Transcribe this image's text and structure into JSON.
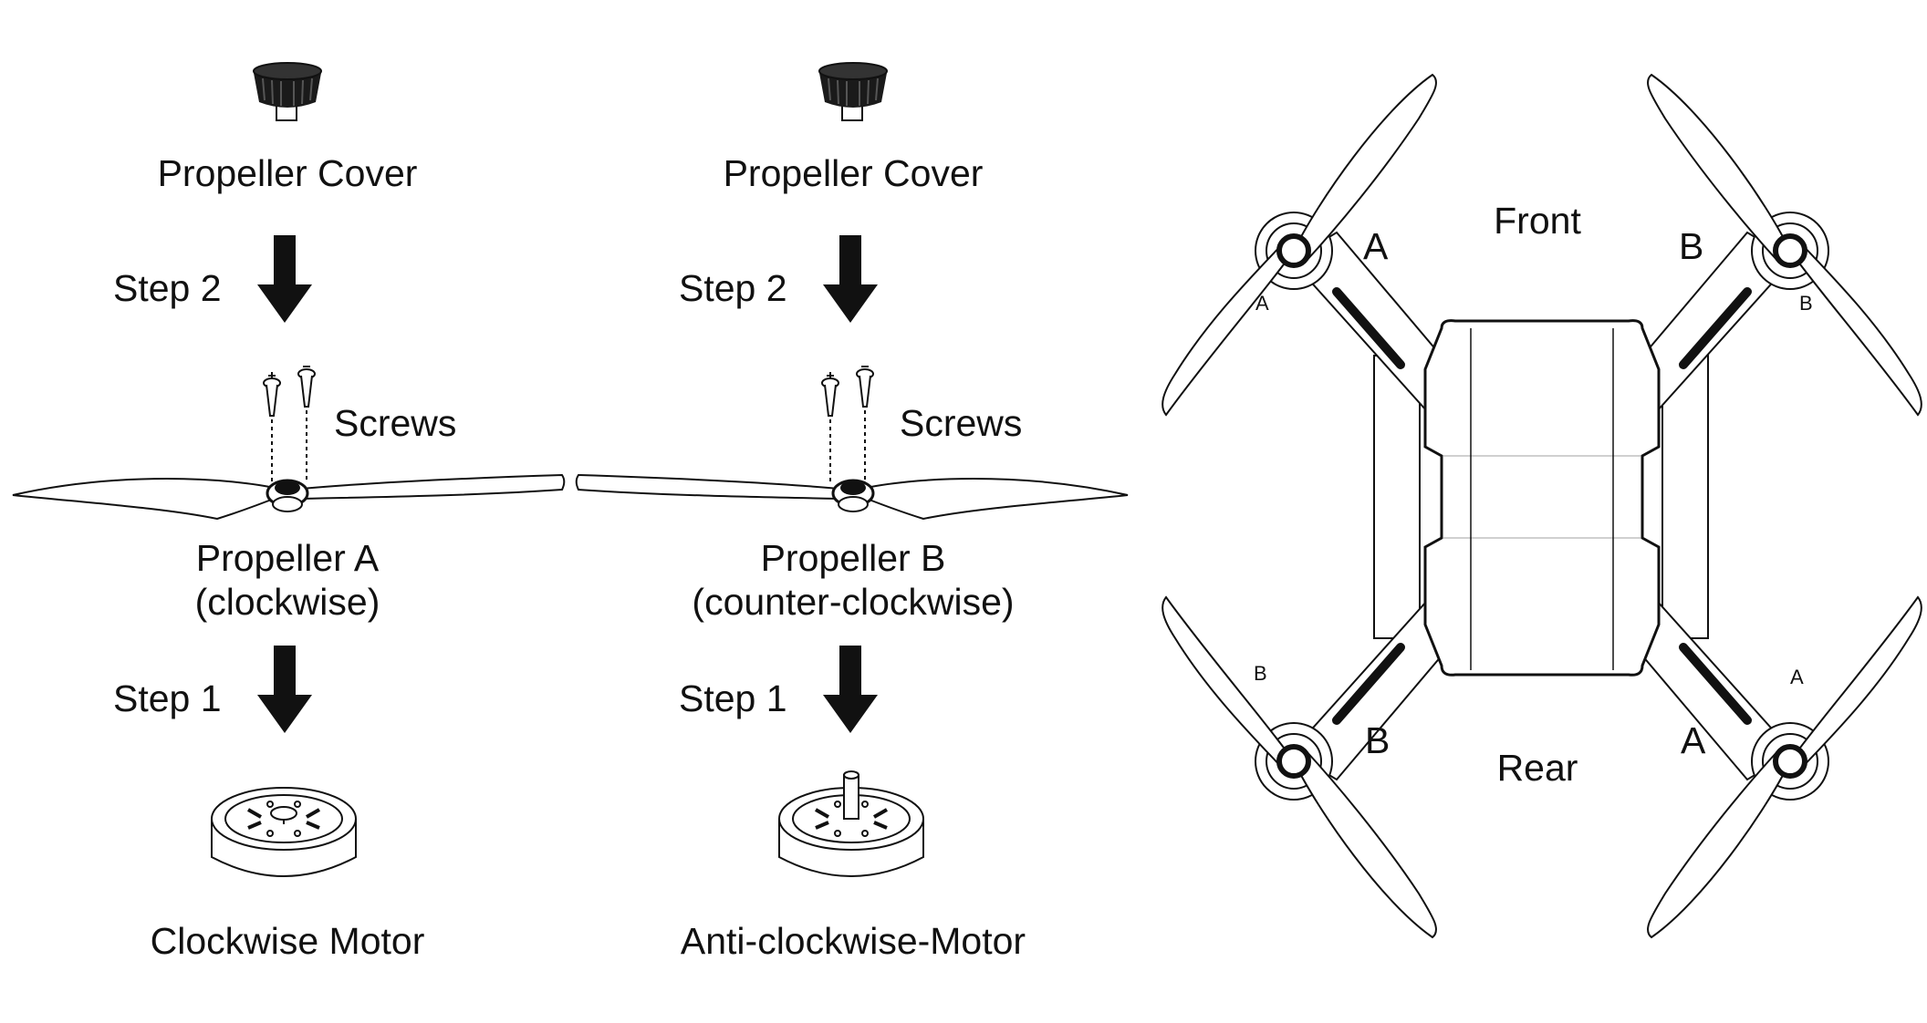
{
  "colA": {
    "cover_label": "Propeller Cover",
    "step2_label": "Step 2",
    "screws_label": "Screws",
    "propeller_title": "Propeller A",
    "propeller_direction": "(clockwise)",
    "step1_label": "Step 1",
    "motor_label": "Clockwise Motor"
  },
  "colB": {
    "cover_label": "Propeller Cover",
    "step2_label": "Step 2",
    "screws_label": "Screws",
    "propeller_title": "Propeller B",
    "propeller_direction": "(counter-clockwise)",
    "step1_label": "Step 1",
    "motor_label": "Anti-clockwise-Motor"
  },
  "drone": {
    "front_label": "Front",
    "rear_label": "Rear",
    "front_left": "A",
    "front_right": "B",
    "rear_left": "B",
    "rear_right": "A",
    "blade_fl": "A",
    "blade_fr": "B",
    "blade_rl": "B",
    "blade_rr": "A"
  }
}
